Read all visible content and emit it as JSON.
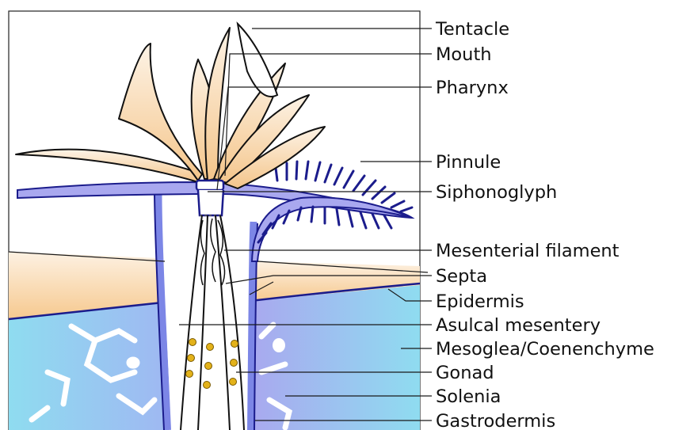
{
  "labels": {
    "tentacle": "Tentacle",
    "mouth": "Mouth",
    "pharynx": "Pharynx",
    "pinnule": "Pinnule",
    "siphonoglyph": "Siphonoglyph",
    "mesenterial_filament": "Mesenterial filament",
    "septa": "Septa",
    "epidermis": "Epidermis",
    "asulcal_mesentery": "Asulcal mesentery",
    "mesoglea": "Mesoglea/Coenenchyme",
    "gonad": "Gonad",
    "solenia": "Solenia",
    "gastrodermis": "Gastrodermis"
  },
  "colors": {
    "tissue_peach": "#f6c98f",
    "tissue_light": "#fdf1e2",
    "coenenchyme_blue": "#8fdcf0",
    "coenenchyme_violet": "#a9a8ef",
    "epidermis_navy": "#1b1c8c",
    "gastrodermis_blue": "#7c86e6",
    "gonad_yellow": "#e3b21a"
  }
}
